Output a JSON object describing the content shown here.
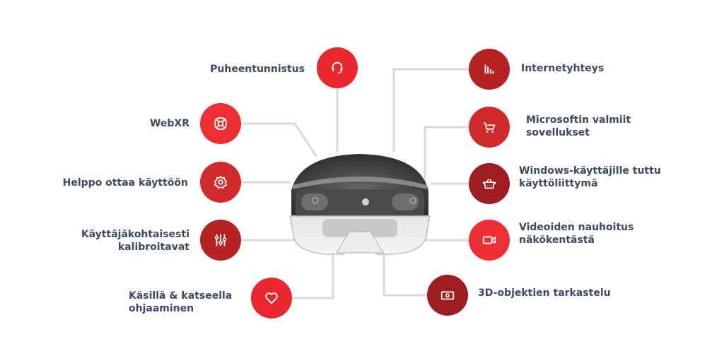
{
  "colors": {
    "bright_red": "#e8282e",
    "mid_red": "#d12a2a",
    "dark_red": "#a41e22",
    "label_text": "#3b4b63",
    "connector": "#d9d9d9"
  },
  "features_left": [
    {
      "id": "puheentunnistus",
      "lines": [
        "Puheentunnistus"
      ],
      "icon": "headset-icon"
    },
    {
      "id": "webxr",
      "lines": [
        "WebXR"
      ],
      "icon": "lifebuoy-icon"
    },
    {
      "id": "helppo",
      "lines": [
        "Helppo ottaa käyttöön"
      ],
      "icon": "gear-icon"
    },
    {
      "id": "kalibroitavat",
      "lines": [
        "Käyttäjäkohtaisesti",
        "kalibroitavat"
      ],
      "icon": "sliders-icon"
    },
    {
      "id": "ohjaaminen",
      "lines": [
        "Käsillä & katseella",
        "ohjaaminen"
      ],
      "icon": "heart-icon"
    }
  ],
  "features_right": [
    {
      "id": "internet",
      "lines": [
        "Internetyhteys"
      ],
      "icon": "bar-chart-icon"
    },
    {
      "id": "microsoft",
      "lines": [
        "Microsoftin valmiit",
        "sovellukset"
      ],
      "icon": "cart-icon"
    },
    {
      "id": "windows",
      "lines": [
        "Windows-käyttäjille tuttu",
        "käyttöliittymä"
      ],
      "icon": "basket-icon"
    },
    {
      "id": "video",
      "lines": [
        "Videoiden nauhoitus",
        "näkökentästä"
      ],
      "icon": "video-camera-icon"
    },
    {
      "id": "objektit",
      "lines": [
        "3D-objektien tarkastelu"
      ],
      "icon": "banknote-icon"
    }
  ]
}
